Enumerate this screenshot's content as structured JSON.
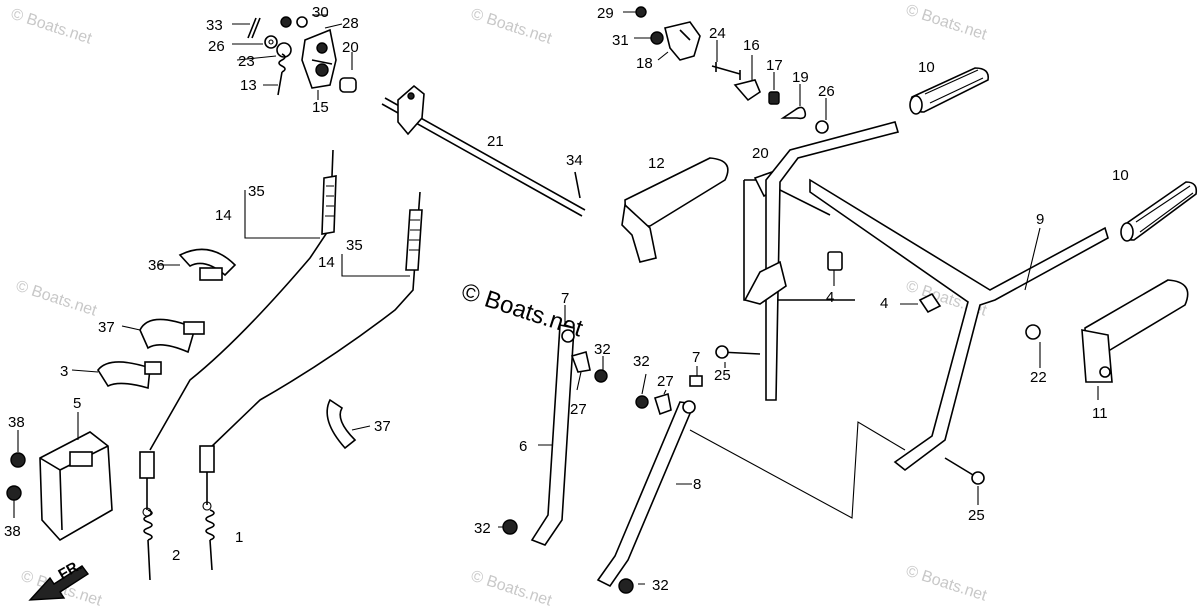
{
  "watermarks": [
    "© Boats.net",
    "© Boats.net",
    "© Boats.net",
    "© Boats.net",
    "© Boats.net",
    "© Boats.net",
    "© Boats.net",
    "© Boats.net"
  ],
  "center_watermark": "© Boats.net",
  "direction_label": "FR.",
  "callouts": [
    "33",
    "30",
    "28",
    "26",
    "20",
    "23",
    "13",
    "15",
    "29",
    "31",
    "24",
    "16",
    "18",
    "17",
    "19",
    "26",
    "10",
    "21",
    "34",
    "12",
    "20",
    "35",
    "14",
    "35",
    "14",
    "36",
    "37",
    "3",
    "5",
    "38",
    "38",
    "2",
    "1",
    "37",
    "7",
    "32",
    "27",
    "6",
    "32",
    "4",
    "4",
    "32",
    "7",
    "27",
    "25",
    "8",
    "32",
    "9",
    "10",
    "22",
    "11",
    "25"
  ]
}
